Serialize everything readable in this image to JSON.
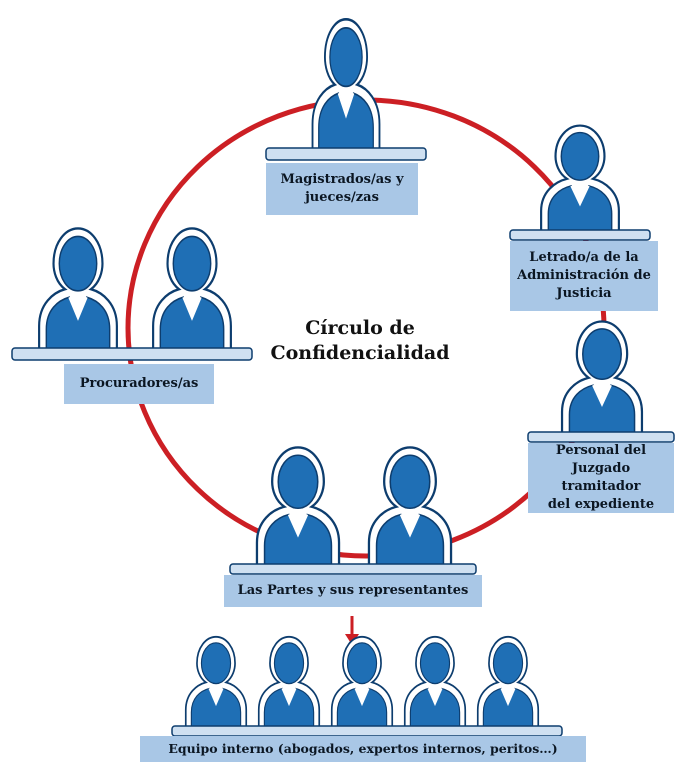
{
  "diagram": {
    "center_title": {
      "line1": "Círculo de",
      "line2": "Confidencialidad"
    },
    "nodes": {
      "magistrados": {
        "line1": "Magistrados/as y",
        "line2": "jueces/zas"
      },
      "letrado": {
        "line1": "Letrado/a de la",
        "line2": "Administración de",
        "line3": "Justicia"
      },
      "procuradores": {
        "line1": "Procuradores/as"
      },
      "personal": {
        "line1": "Personal del",
        "line2": "Juzgado tramitador",
        "line3": "del expediente"
      },
      "partes": {
        "line1": "Las Partes y sus representantes"
      },
      "equipo": {
        "line1": "Equipo interno (abogados, expertos internos, peritos…)"
      }
    },
    "colors": {
      "circle": "#cc1f24",
      "arrow": "#cc1f24",
      "person_fill": "#1f6fb5",
      "person_outline": "#0d3d6e",
      "label_bg": "#a9c7e6",
      "base_fill": "#cfe0f1"
    }
  }
}
